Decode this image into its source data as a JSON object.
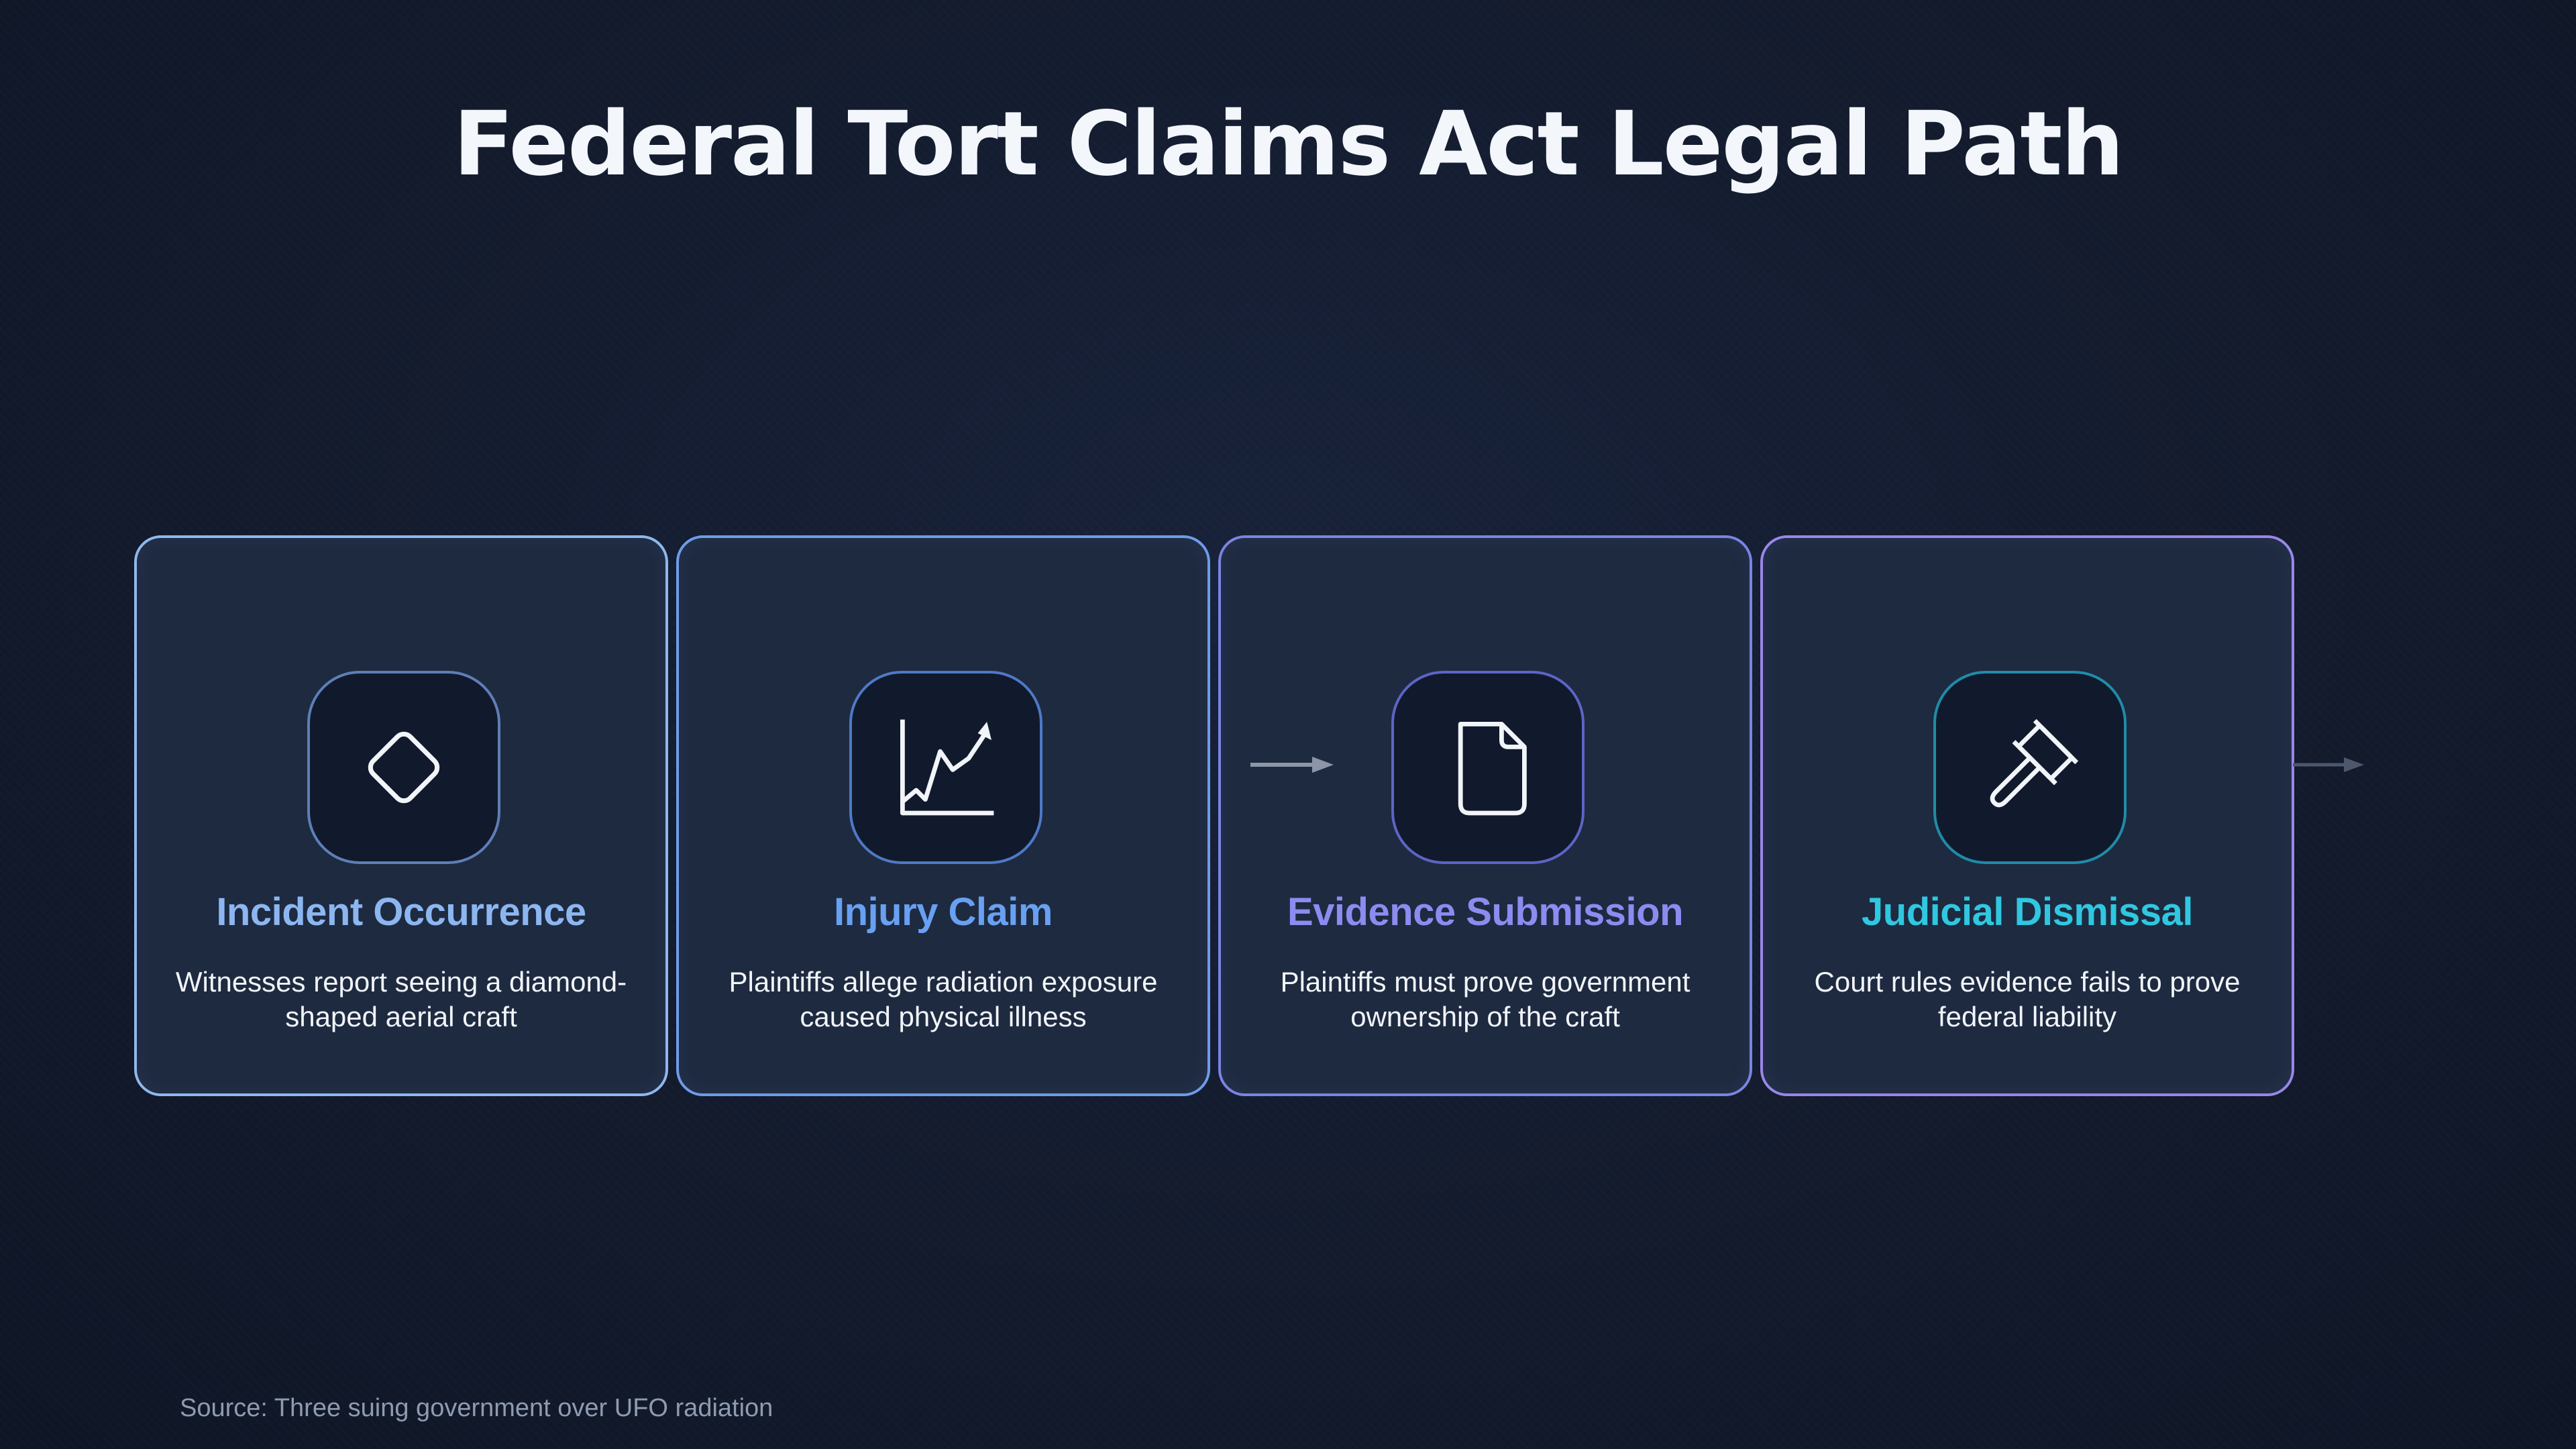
{
  "title": "Federal Tort Claims Act Legal Path",
  "steps": [
    {
      "title": "Incident Occurrence",
      "description": "Witnesses report seeing a diamond-shaped aerial craft",
      "icon": "diamond-icon",
      "color": "#8cb6f0"
    },
    {
      "title": "Injury Claim",
      "description": "Plaintiffs allege radiation exposure caused physical illness",
      "icon": "line-chart-icon",
      "color": "#68a0f2"
    },
    {
      "title": "Evidence Submission",
      "description": "Plaintiffs must prove government ownership of the craft",
      "icon": "document-icon",
      "color": "#8b8cf0"
    },
    {
      "title": "Judicial Dismissal",
      "description": "Court rules evidence fails to prove federal liability",
      "icon": "gavel-icon",
      "color": "#2fc8e0"
    }
  ],
  "source": "Source: Three suing government over UFO radiation"
}
